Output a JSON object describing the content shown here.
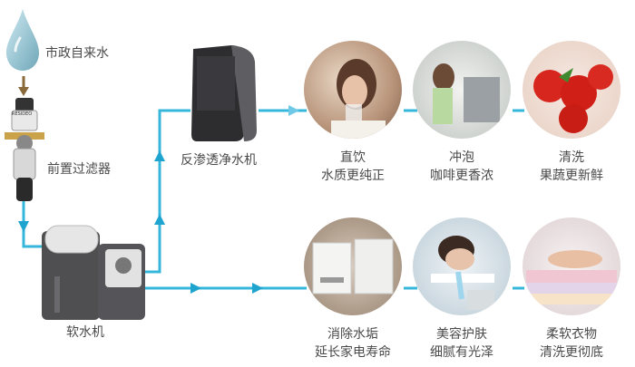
{
  "source": {
    "label": "市政自来水",
    "icon": "water-drop-icon"
  },
  "prefilter": {
    "label": "前置过滤器",
    "brand": "RESIDEO"
  },
  "softener": {
    "label": "软水机"
  },
  "ro_unit": {
    "label": "反渗透净水机"
  },
  "benefits_top": [
    {
      "line1": "直饮",
      "line2": "水质更纯正"
    },
    {
      "line1": "冲泡",
      "line2": "咖啡更香浓"
    },
    {
      "line1": "清洗",
      "line2": "果蔬更新鲜"
    }
  ],
  "benefits_bottom": [
    {
      "line1": "消除水垢",
      "line2": "延长家电寿命"
    },
    {
      "line1": "美容护肤",
      "line2": "细腻有光泽"
    },
    {
      "line1": "柔软衣物",
      "line2": "清洗更彻底"
    }
  ],
  "colors": {
    "pipe": "#35b7dc",
    "arrow": "#1fa4d0",
    "bg": "#ffffff",
    "text": "#4a4a4a"
  }
}
